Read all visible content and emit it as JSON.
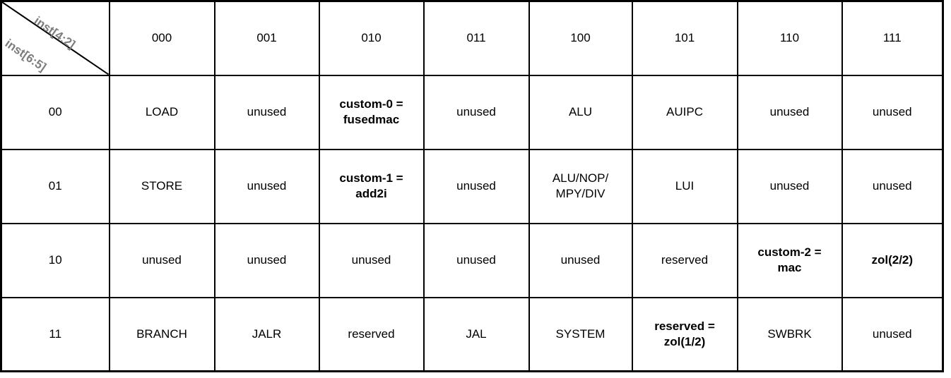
{
  "colors": {
    "background": "#ffffff",
    "border": "#000000",
    "cell_text": "#000000",
    "corner_label": "#7d7d7d"
  },
  "table": {
    "corner": {
      "top_label": "inst[4:2]",
      "bottom_label": "inst[6:5]"
    },
    "col_headers": [
      "000",
      "001",
      "010",
      "011",
      "100",
      "101",
      "110",
      "111"
    ],
    "rows": [
      {
        "header": "00",
        "cells": [
          {
            "text": "LOAD",
            "bold": false
          },
          {
            "text": "unused",
            "bold": false
          },
          {
            "text": "custom-0 =\nfusedmac",
            "bold": true
          },
          {
            "text": "unused",
            "bold": false
          },
          {
            "text": "ALU",
            "bold": false
          },
          {
            "text": "AUIPC",
            "bold": false
          },
          {
            "text": "unused",
            "bold": false
          },
          {
            "text": "unused",
            "bold": false
          }
        ]
      },
      {
        "header": "01",
        "cells": [
          {
            "text": "STORE",
            "bold": false
          },
          {
            "text": "unused",
            "bold": false
          },
          {
            "text": "custom-1 =\nadd2i",
            "bold": true
          },
          {
            "text": "unused",
            "bold": false
          },
          {
            "text": "ALU/NOP/\nMPY/DIV",
            "bold": false
          },
          {
            "text": "LUI",
            "bold": false
          },
          {
            "text": "unused",
            "bold": false
          },
          {
            "text": "unused",
            "bold": false
          }
        ]
      },
      {
        "header": "10",
        "cells": [
          {
            "text": "unused",
            "bold": false
          },
          {
            "text": "unused",
            "bold": false
          },
          {
            "text": "unused",
            "bold": false
          },
          {
            "text": "unused",
            "bold": false
          },
          {
            "text": "unused",
            "bold": false
          },
          {
            "text": "reserved",
            "bold": false
          },
          {
            "text": "custom-2 =\nmac",
            "bold": true
          },
          {
            "text": "zol(2/2)",
            "bold": true
          }
        ]
      },
      {
        "header": "11",
        "cells": [
          {
            "text": "BRANCH",
            "bold": false
          },
          {
            "text": "JALR",
            "bold": false
          },
          {
            "text": "reserved",
            "bold": false
          },
          {
            "text": "JAL",
            "bold": false
          },
          {
            "text": "SYSTEM",
            "bold": false
          },
          {
            "text": "reserved =\nzol(1/2)",
            "bold": true
          },
          {
            "text": "SWBRK",
            "bold": false
          },
          {
            "text": "unused",
            "bold": false
          }
        ]
      }
    ]
  }
}
